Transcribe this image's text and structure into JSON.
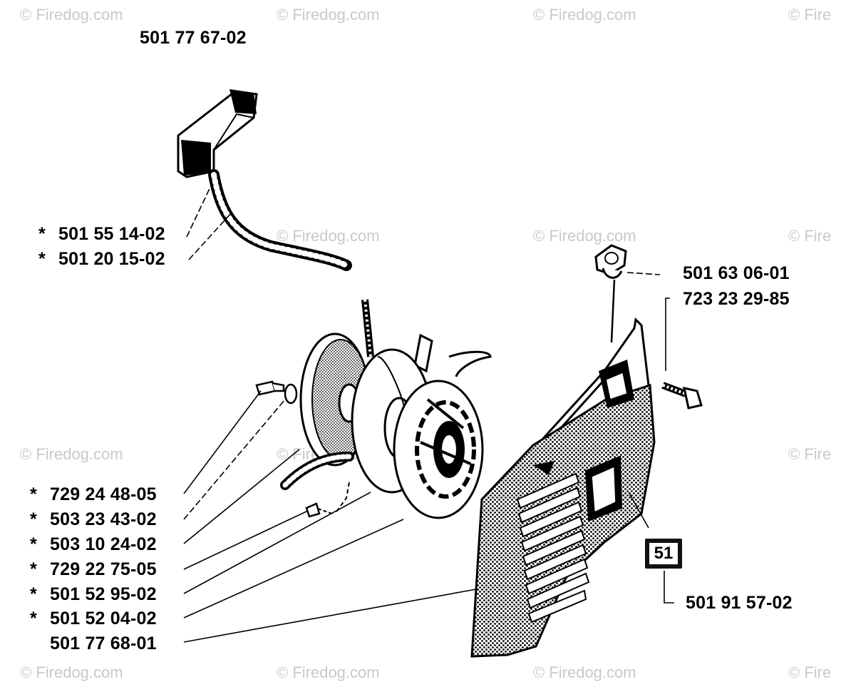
{
  "watermark": "© Firedog.com",
  "watermark_partial": "© Fire",
  "top_part": "501 77 67-02",
  "parts_left": [
    {
      "star": "*",
      "number": "501 55 14-02"
    },
    {
      "star": "*",
      "number": "501 20 15-02"
    }
  ],
  "parts_right": [
    {
      "number": "501 63 06-01"
    },
    {
      "number": "723 23 29-85"
    }
  ],
  "parts_bottom": [
    {
      "star": "*",
      "number": "729 24 48-05"
    },
    {
      "star": "*",
      "number": "503 23 43-02"
    },
    {
      "star": "*",
      "number": "503 10 24-02"
    },
    {
      "star": "*",
      "number": "729 22 75-05"
    },
    {
      "star": "*",
      "number": "501 52 95-02"
    },
    {
      "star": "*",
      "number": "501 52 04-02"
    },
    {
      "star": "",
      "number": "501 77 68-01"
    }
  ],
  "decal_badge": "51",
  "decal_part": "501 91 57-02"
}
